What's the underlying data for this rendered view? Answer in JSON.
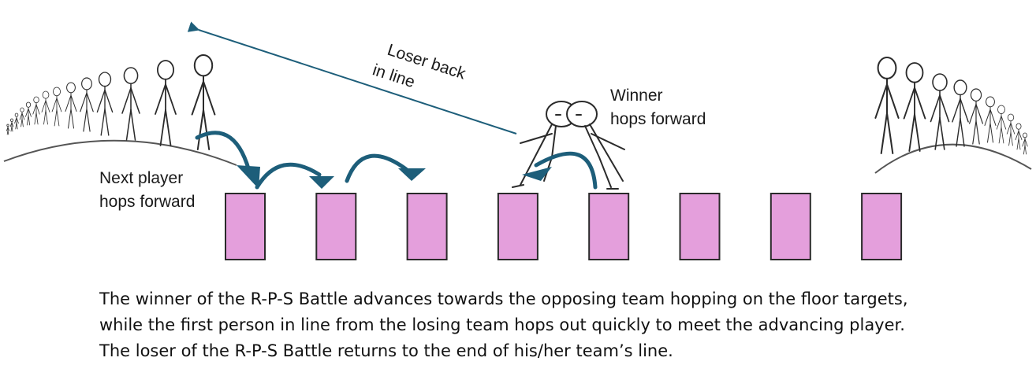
{
  "labels": {
    "loser_line1": "Loser back",
    "loser_line2": "in line",
    "winner_line1": "Winner",
    "winner_line2": "hops forward",
    "next_line1": "Next player",
    "next_line2": "hops forward"
  },
  "caption": {
    "line1": "The winner of the R-P-S Battle advances towards the opposing team hopping on the floor targets,",
    "line2": "while the first person in line from the losing team hops out quickly to meet the advancing player.",
    "line3": "The loser of the R-P-S Battle returns to the end of his/her team’s line."
  },
  "floor_targets_count": 8,
  "colors": {
    "target_fill": "#e49fdc",
    "target_stroke": "#2a2a2a",
    "arrow": "#1d5e7a",
    "figure_stroke": "#2b2b2b"
  }
}
